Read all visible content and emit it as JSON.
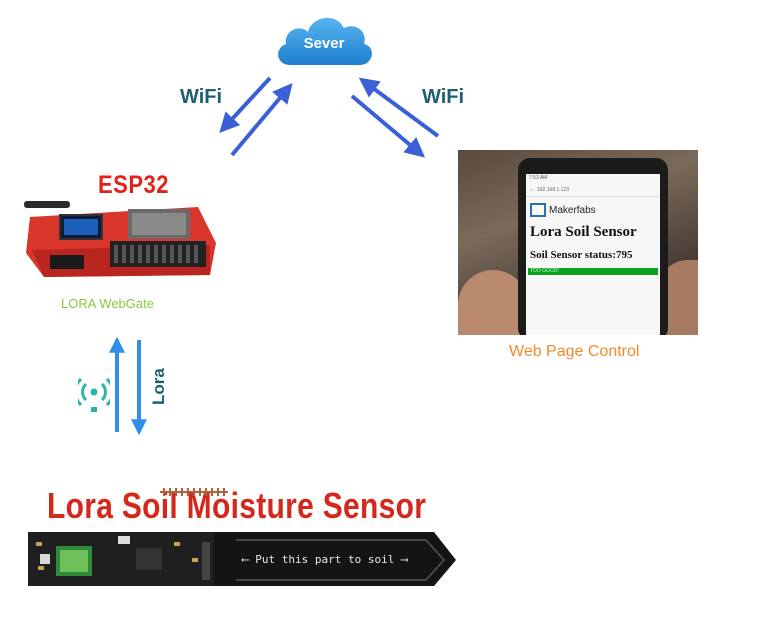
{
  "cloud": {
    "label": "Sever"
  },
  "wifi_left": {
    "label": "WiFi"
  },
  "wifi_right": {
    "label": "WiFi"
  },
  "esp32": {
    "title": "ESP32",
    "label": "LORA WebGate"
  },
  "web": {
    "label": "Web Page Control",
    "phone": {
      "status_time": "7:53 AM",
      "url": "192.168.1.123",
      "brand": "Makerfabs",
      "heading": "Lora Soil Sensor",
      "status": "Soil Sensor status:795",
      "bar_text": "TOO GOOD!"
    }
  },
  "lora_link": {
    "label": "Lora"
  },
  "sensor": {
    "title": "Lora Soil Moisture Sensor",
    "probe_text": "Put this part to soil"
  },
  "colors": {
    "arrow": "#3a5fd6",
    "lora_arrow": "#2f8fe8",
    "cloud": "#2e8fd8",
    "esp_red": "#e0241b",
    "sensor_red": "#d4281c",
    "gate_green": "#8cc63f",
    "web_orange": "#f08a2c",
    "label_teal": "#1f5f73"
  }
}
